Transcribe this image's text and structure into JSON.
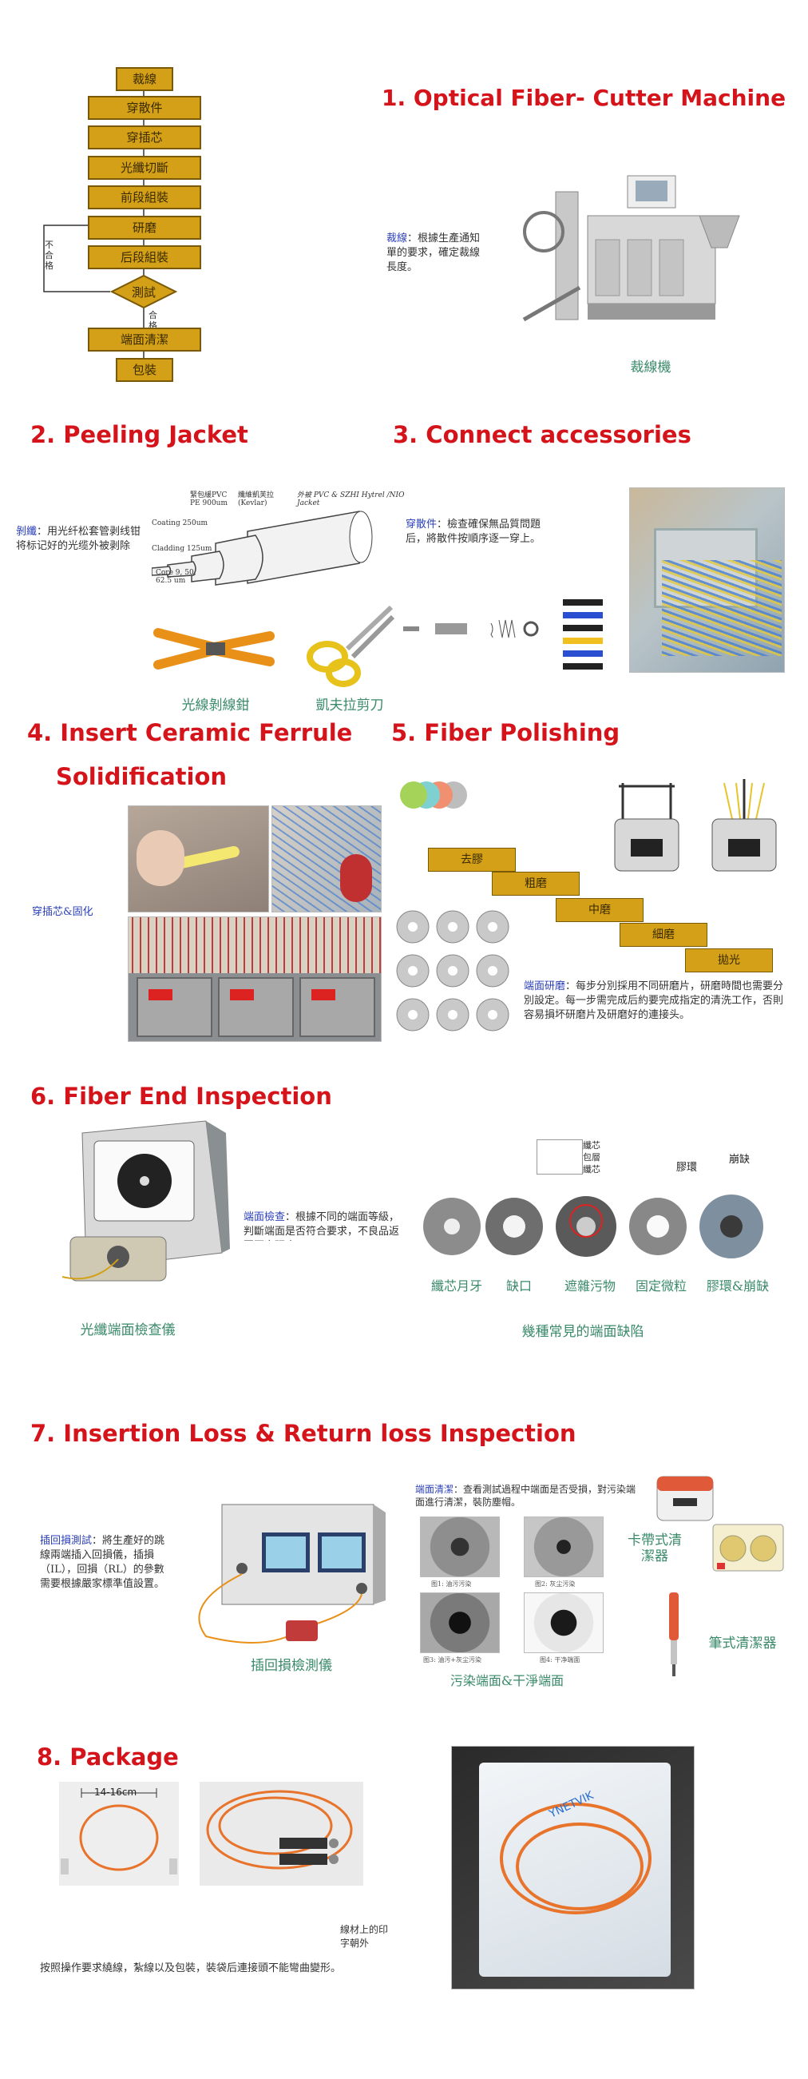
{
  "flow": {
    "steps": [
      "裁線",
      "穿散件",
      "穿插芯",
      "光纖切斷",
      "前段組裝",
      "研磨",
      "后段組裝",
      "測試",
      "端面清潔",
      "包裝"
    ],
    "fail_label": "不合格",
    "pass_label": "合格"
  },
  "sections": {
    "s1": {
      "heading": "1.  Optical Fiber- Cutter Machine",
      "note_key": "裁線",
      "note_text": "：根據生產通知單的要求，確定裁線長度。",
      "caption": "裁線機"
    },
    "s2": {
      "heading": "2.  Peeling Jacket",
      "note_key": "剝纖",
      "note_text": "：用光纤松套管剥线钳将标记好的光缆外被剥除",
      "diagram_labels": {
        "tight": "緊包緩PVC PE 900um",
        "kevlar": "纖維凱芙拉(Kevlar)",
        "jacket": "外被 PVC & SZHI Hytrel /NIO Jacket",
        "coating": "Coating 250um",
        "cladding": "Cladding 125um",
        "core": "Core 9, 50, 62.5 um"
      },
      "caption_stripper": "光線剝線鉗",
      "caption_scissors": "凱夫拉剪刀"
    },
    "s3": {
      "heading": "3.  Connect accessories",
      "note_key": "穿散件",
      "note_text": "：檢查確保無品質問題后，將散件按順序逐一穿上。"
    },
    "s4": {
      "heading_line1": "4. Insert Ceramic Ferrule",
      "heading_line2": "Solidification",
      "note": "穿插芯&固化"
    },
    "s5": {
      "heading": "5.  Fiber Polishing",
      "steps": [
        "去膠",
        "粗磨",
        "中磨",
        "細磨",
        "拋光"
      ],
      "note_key": "端面研磨",
      "note_text": "：每步分別採用不同研磨片，研磨時間也需要分別設定。每一步需完成后約要完成指定的清洗工作，否則容易損坏研磨片及研磨好的連接头。"
    },
    "s6": {
      "heading": "6.  Fiber End Inspection",
      "note_key": "端面檢查",
      "note_text": "：根據不同的端面等級，判斷端面是否符合要求，不良品返回再次研磨。",
      "caption_scope": "光纖端面檢查儀",
      "labels": [
        "纖芯",
        "包層",
        "纖芯"
      ],
      "defect_labels": [
        "膠環",
        "崩缺"
      ],
      "defects": [
        "纖芯月牙",
        "缺口",
        "遮雜污物",
        "固定微粒",
        "膠環&崩缺"
      ],
      "defects_caption": "幾種常見的端面缺陷"
    },
    "s7": {
      "heading": "7.  Insertion Loss & Return loss Inspection",
      "note_key": "插回損測試",
      "note_text": "：將生產好的跳線兩端插入回損儀，插損（IL），回損（RL）的參數需要根據嚴家標準值設置。",
      "caption_meter": "插回損檢測儀",
      "clean_key": "端面清潔",
      "clean_text": "：查看測試過程中端面是否受損，對污染端面進行清潔，裝防塵帽。",
      "thumb_labels": [
        "图1: 油污污染",
        "图2: 灰尘污染",
        "图3: 油污+灰尘污染",
        "图4: 干净端面"
      ],
      "caption_endfaces": "污染端面&干淨端面",
      "caption_tape": "卡帶式清潔器",
      "caption_pen": "筆式清潔器"
    },
    "s8": {
      "heading": "8.  Package",
      "length": "14-16cm",
      "print_label": "線材上的印字朝外",
      "bottom_note": "按照操作要求繞線，紮線以及包裝，裝袋后連接頭不能彎曲變形。",
      "brand": "YNETVIK"
    }
  },
  "colors": {
    "heading": "#d4141a",
    "box": "#d4a017",
    "caption": "#3a8a6a",
    "key": "#2a3fb8"
  }
}
